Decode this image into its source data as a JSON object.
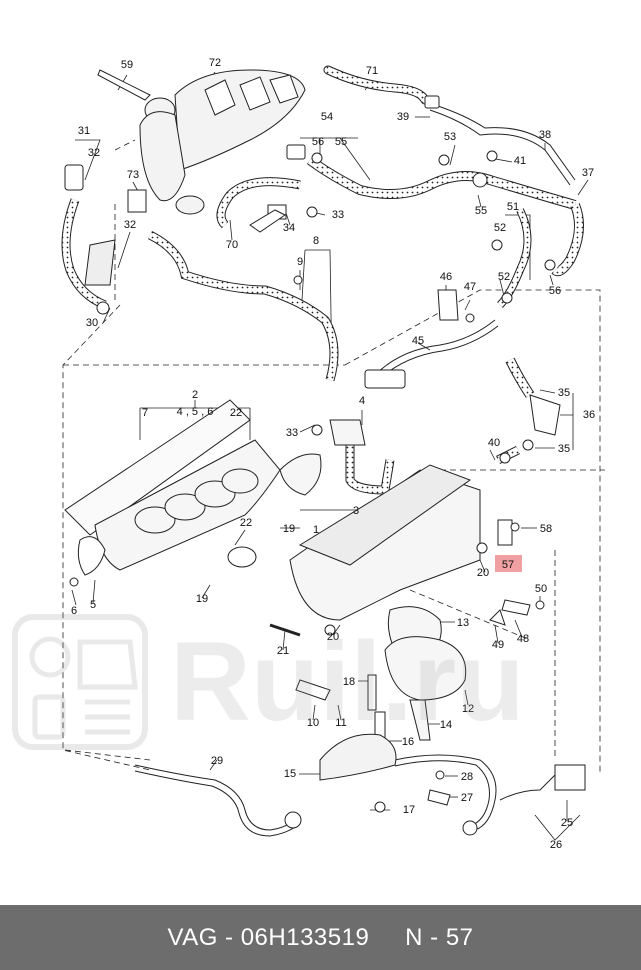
{
  "diagram": {
    "callouts": [
      {
        "id": "c59",
        "text": "59"
      },
      {
        "id": "c72",
        "text": "72"
      },
      {
        "id": "c71",
        "text": "71"
      },
      {
        "id": "c39",
        "text": "39"
      },
      {
        "id": "c38",
        "text": "38"
      },
      {
        "id": "c31",
        "text": "31"
      },
      {
        "id": "c32a",
        "text": "32"
      },
      {
        "id": "c54",
        "text": "54"
      },
      {
        "id": "c56a",
        "text": "56"
      },
      {
        "id": "c55a",
        "text": "55"
      },
      {
        "id": "c53",
        "text": "53"
      },
      {
        "id": "c41",
        "text": "41"
      },
      {
        "id": "c37",
        "text": "37"
      },
      {
        "id": "c73",
        "text": "73"
      },
      {
        "id": "c33a",
        "text": "33"
      },
      {
        "id": "c34",
        "text": "34"
      },
      {
        "id": "c70",
        "text": "70"
      },
      {
        "id": "c55b",
        "text": "55"
      },
      {
        "id": "c51",
        "text": "51"
      },
      {
        "id": "c52a",
        "text": "52"
      },
      {
        "id": "c32b",
        "text": "32"
      },
      {
        "id": "c8",
        "text": "8"
      },
      {
        "id": "c9",
        "text": "9"
      },
      {
        "id": "c46",
        "text": "46"
      },
      {
        "id": "c47",
        "text": "47"
      },
      {
        "id": "c52b",
        "text": "52"
      },
      {
        "id": "c56b",
        "text": "56"
      },
      {
        "id": "c30",
        "text": "30"
      },
      {
        "id": "c45",
        "text": "45"
      },
      {
        "id": "c35a",
        "text": "35"
      },
      {
        "id": "c36",
        "text": "36"
      },
      {
        "id": "c35b",
        "text": "35"
      },
      {
        "id": "c40",
        "text": "40"
      },
      {
        "id": "c2",
        "text": "2"
      },
      {
        "id": "c7",
        "text": "7"
      },
      {
        "id": "c456",
        "text": "4 , 5 , 6"
      },
      {
        "id": "c22a",
        "text": "22"
      },
      {
        "id": "c4",
        "text": "4"
      },
      {
        "id": "c33b",
        "text": "33"
      },
      {
        "id": "c3",
        "text": "3"
      },
      {
        "id": "c58",
        "text": "58"
      },
      {
        "id": "c19a",
        "text": "19"
      },
      {
        "id": "c1",
        "text": "1"
      },
      {
        "id": "c22b",
        "text": "22"
      },
      {
        "id": "c20a",
        "text": "20"
      },
      {
        "id": "c57",
        "text": "57"
      },
      {
        "id": "c6",
        "text": "6"
      },
      {
        "id": "c5",
        "text": "5"
      },
      {
        "id": "c19b",
        "text": "19"
      },
      {
        "id": "c50",
        "text": "50"
      },
      {
        "id": "c48",
        "text": "48"
      },
      {
        "id": "c13",
        "text": "13"
      },
      {
        "id": "c49",
        "text": "49"
      },
      {
        "id": "c20b",
        "text": "20"
      },
      {
        "id": "c21",
        "text": "21"
      },
      {
        "id": "c18",
        "text": "18"
      },
      {
        "id": "c12",
        "text": "12"
      },
      {
        "id": "c10",
        "text": "10"
      },
      {
        "id": "c11",
        "text": "11"
      },
      {
        "id": "c14",
        "text": "14"
      },
      {
        "id": "c16",
        "text": "16"
      },
      {
        "id": "c29",
        "text": "29"
      },
      {
        "id": "c15",
        "text": "15"
      },
      {
        "id": "c28",
        "text": "28"
      },
      {
        "id": "c27",
        "text": "27"
      },
      {
        "id": "c17",
        "text": "17"
      },
      {
        "id": "c25",
        "text": "25"
      },
      {
        "id": "c26",
        "text": "26"
      }
    ],
    "highlight_color": "#f0a0a0"
  },
  "footer": {
    "text": "VAG - 06H133519     N - 57",
    "background": "#6d6d6d"
  },
  "watermark": {
    "text": "Ruil.ru",
    "icon": "car-parts-icon"
  }
}
